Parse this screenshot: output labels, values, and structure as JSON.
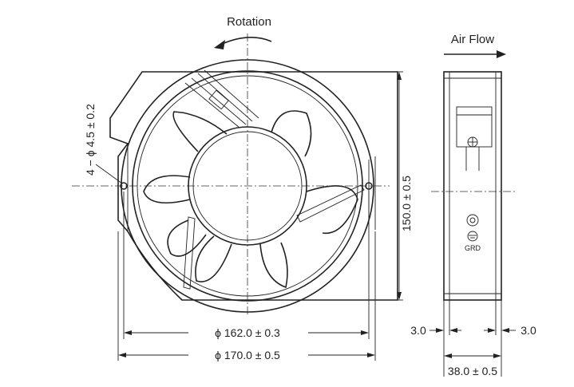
{
  "labels": {
    "rotation": "Rotation",
    "air_flow": "Air Flow",
    "hole_spec": "4 − ϕ 4.5 ± 0.2",
    "height_dim": "150.0 ± 0.5",
    "inner_width_dim": "ϕ 162.0 ± 0.3",
    "outer_width_dim": "ϕ 170.0 ± 0.5",
    "left_offset": "3.0",
    "right_offset": "3.0",
    "depth_dim": "38.0 ± 0.5",
    "ground_mark": "GRD"
  },
  "colors": {
    "line": "#222222",
    "background": "#ffffff"
  }
}
